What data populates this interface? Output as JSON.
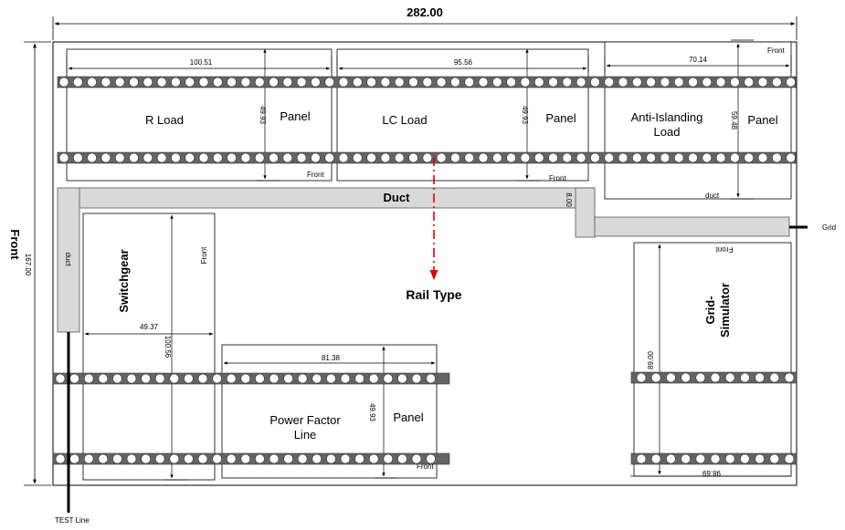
{
  "overall": {
    "width_label": "282.00",
    "height_label": "167.00",
    "front_label": "Front"
  },
  "r_load": {
    "dim": "100.51",
    "name": "R Load",
    "panel": "Panel",
    "height": "49.93",
    "front": "Front"
  },
  "lc_load": {
    "dim": "95.56",
    "name": "LC Load",
    "panel": "Panel",
    "height": "49.93",
    "front": "Front"
  },
  "anti_islanding": {
    "dim": "70.14",
    "name_line1": "Anti-Islanding",
    "name_line2": "Load",
    "panel": "Panel",
    "height": "59.48",
    "front": "Front",
    "duct": "duct"
  },
  "duct": {
    "label": "Duct",
    "small_dim": "8.00",
    "side_label": "duct"
  },
  "grid": {
    "label": "Grid"
  },
  "rail": {
    "label": "Rail Type"
  },
  "switchgear": {
    "name": "Switchgear",
    "front": "Front",
    "width": "49.37",
    "height": "100.56"
  },
  "pfl": {
    "dim": "81.38",
    "name_line1": "Power Factor",
    "name_line2": "Line",
    "panel": "Panel",
    "height": "49.93",
    "front": "Front"
  },
  "grid_sim": {
    "name_line1": "Grid-",
    "name_line2": "Simulator",
    "front": "Front",
    "height": "89.00",
    "width": "98.69"
  },
  "test_line": {
    "label": "TEST Line"
  }
}
